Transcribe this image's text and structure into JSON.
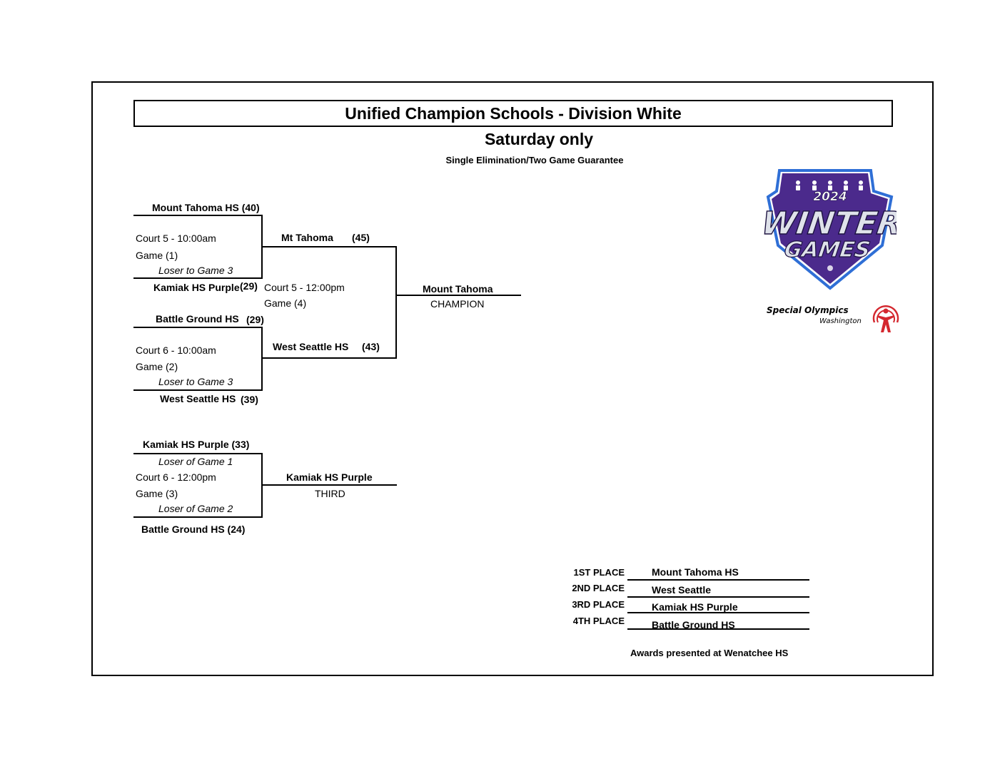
{
  "header": {
    "title": "Unified Champion Schools - Division White",
    "subtitle": "Saturday only",
    "format_note": "Single Elimination/Two Game Guarantee"
  },
  "games": {
    "game1": {
      "top_team": "Mount Tahoma HS  (40)",
      "court": "Court 5 - 10:00am",
      "game": "Game (1)",
      "loser_note": "Loser to Game 3",
      "bottom_team": "Kamiak HS Purple",
      "bottom_score": "(29)"
    },
    "game2": {
      "top_team": "Battle Ground HS",
      "top_score": "(29)",
      "court": "Court 6 - 10:00am",
      "game": "Game (2)",
      "loser_note": "Loser to Game 3",
      "bottom_team": "West Seattle HS",
      "bottom_score": "(39)"
    },
    "game4": {
      "top_team": "Mt Tahoma",
      "top_score": "(45)",
      "court": "Court 5 - 12:00pm",
      "game": "Game (4)",
      "bottom_team": "West Seattle HS",
      "bottom_score": "(43)",
      "winner": "Mount Tahoma",
      "winner_label": "CHAMPION"
    },
    "game3": {
      "top_team": "Kamiak HS Purple  (33)",
      "top_note": "Loser of Game 1",
      "court": "Court 6 - 12:00pm",
      "game": "Game (3)",
      "bottom_note": "Loser of Game 2",
      "bottom_team": "Battle Ground HS  (24)",
      "winner": "Kamiak HS Purple",
      "winner_label": "THIRD"
    }
  },
  "logo": {
    "year": "2024",
    "line1": "WINTER",
    "line2": "GAMES",
    "org": "Special Olympics",
    "region": "Washington",
    "colors": {
      "badge": "#4b2a8c",
      "badge_outline": "#2f6fd6",
      "emblem": "#d4282f"
    }
  },
  "placings": [
    {
      "label": "1ST PLACE",
      "team": "Mount Tahoma HS"
    },
    {
      "label": "2ND PLACE",
      "team": "West Seattle"
    },
    {
      "label": "3RD PLACE",
      "team": "Kamiak HS Purple"
    },
    {
      "label": "4TH PLACE",
      "team": "Battle Ground HS"
    }
  ],
  "awards_note": "Awards presented at Wenatchee HS"
}
